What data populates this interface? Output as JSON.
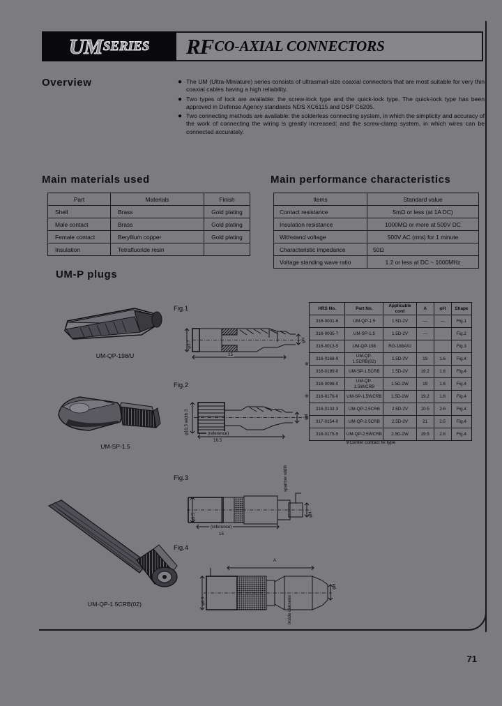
{
  "banner": {
    "um": "UM",
    "series": "SERIES",
    "rf": "RF",
    "coaxial": "CO-AXIAL CONNECTORS"
  },
  "overview": {
    "heading": "Overview",
    "bullets": [
      "The UM (Ultra-Miniature) series consists of ultrasmall-size coaxial connectors that are most suitable for very thin coaxial cables having a high reliability.",
      "Two types of lock are available: the screw-lock type and the quick-lock type. The quick-lock type has been approved in Defense Agency standards NDS XC6115 and DSP C6205.",
      "Two connecting methods are available: the solderless connecting system, in which the simplicity and accuracy of the work of connecting the wiring is greatly increased; and the screw-clamp system, in which wires can be connected accurately."
    ]
  },
  "materials": {
    "heading": "Main materials used",
    "columns": [
      "Part",
      "Materials",
      "Finish"
    ],
    "rows": [
      [
        "Shell",
        "Brass",
        "Gold plating"
      ],
      [
        "Male contact",
        "Brass",
        "Gold plating"
      ],
      [
        "Female contact",
        "Beryllium copper",
        "Gold plating"
      ],
      [
        "Insulation",
        "Tetrafluoride resin",
        ""
      ]
    ]
  },
  "performance": {
    "heading": "Main performance characteristics",
    "columns": [
      "Items",
      "Standard value"
    ],
    "rows": [
      [
        "Contact resistance",
        "5mΩ or less (at 1A DC)"
      ],
      [
        "Insulation resistance",
        "1000MΩ or more at 500V DC"
      ],
      [
        "Withstand voltage",
        "500V AC (rms) for 1 minute"
      ],
      [
        "Characteristic impedance",
        "50Ω"
      ],
      [
        "Voltage standing wave ratio",
        "1.2 or less at DC ~ 1000MHz"
      ]
    ]
  },
  "plugs": {
    "heading": "UM-P plugs",
    "table": {
      "columns": [
        "HRS No.",
        "Part No.",
        "Applicable cord",
        "A",
        "φH",
        "Shape"
      ],
      "rows": [
        {
          "hrs": "316-0001-6",
          "part": "UM-QP-1.5",
          "cord": "1.5D-2V",
          "a": "—",
          "h": "—",
          "fig": "Fig.1",
          "star": false
        },
        {
          "hrs": "316-0005-7",
          "part": "UM-SP-1.5",
          "cord": "1.5D-2V",
          "a": "—",
          "h": "",
          "fig": "Fig.2",
          "star": false
        },
        {
          "hrs": "316-0013-5",
          "part": "UM-QP-198",
          "cord": "RG-188A/U",
          "a": "",
          "h": "",
          "fig": "Fig.3",
          "star": false
        },
        {
          "hrs": "316-0168-9",
          "part": "UM-QP-1.5CRB(02)",
          "cord": "1.5D-2V",
          "a": "19",
          "h": "1.6",
          "fig": "Fig.4",
          "star": true
        },
        {
          "hrs": "316-0189-0",
          "part": "UM-SP-1.5CRB",
          "cord": "1.5D-2V",
          "a": "19.2",
          "h": "1.6",
          "fig": "Fig.4",
          "star": true
        },
        {
          "hrs": "316-0098-0",
          "part": "UM-QP-1.5W/CRB",
          "cord": "1.5D-2W",
          "a": "19",
          "h": "1.6",
          "fig": "Fig.4",
          "star": false
        },
        {
          "hrs": "316-0176-0",
          "part": "UM-SP-1.5WCRB",
          "cord": "1.5D-2W",
          "a": "19.2",
          "h": "1.6",
          "fig": "Fig.4",
          "star": false
        },
        {
          "hrs": "316-0132-3",
          "part": "UM-QP-2.5CRB",
          "cord": "2.5D-2V",
          "a": "10.5",
          "h": "2.6",
          "fig": "Fig.4",
          "star": false
        },
        {
          "hrs": "317-0154-0",
          "part": "UM-QP-2.5CRB",
          "cord": "2.5D-2V",
          "a": "21",
          "h": "2.5",
          "fig": "Fig.4",
          "star": true
        },
        {
          "hrs": "316-0175-5",
          "part": "UM-QP-2.5WCRB",
          "cord": "2.5D-2W",
          "a": "19.5",
          "h": "2.6",
          "fig": "Fig.4",
          "star": false
        }
      ],
      "note": "※Center contact fix type"
    },
    "photo_captions": [
      "UM-QP-198/U",
      "UM-SP-1.5",
      "UM-QP-1.5CRB(02)"
    ]
  },
  "figures": {
    "fig1": {
      "label": "Fig.1",
      "dim_vert": "φ3.7",
      "dim_len": "15",
      "dim_h": "φH"
    },
    "fig2": {
      "label": "Fig.2",
      "dim_vert": "φ10.5 width 3",
      "dim_ref": "(reference)",
      "dim_len": "16.5",
      "dim_h": "φH"
    },
    "fig3": {
      "label": "Fig.3",
      "dim_vert": "φ9.5",
      "dim_ref": "(reference)",
      "dim_len": "15",
      "dim_spanner": "spanner width",
      "dim_h": "φH"
    },
    "fig4": {
      "label": "Fig.4",
      "dim_vert": "φ6.5",
      "dim_a": "A",
      "dim_h": "φH",
      "dim_inside": "Inside diameter"
    }
  },
  "page_number": "71"
}
